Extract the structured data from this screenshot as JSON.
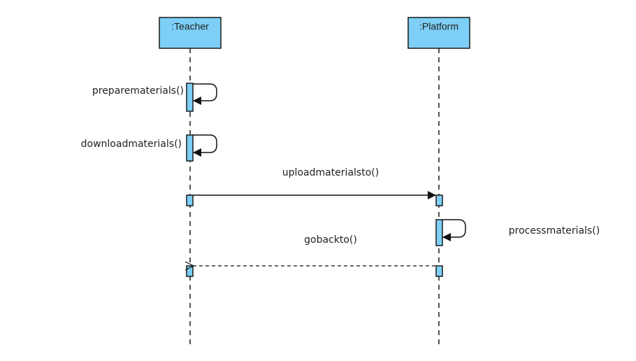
{
  "diagram": {
    "lifelines": [
      {
        "id": "teacher",
        "label": ":Teacher"
      },
      {
        "id": "platform",
        "label": ":Platform"
      }
    ],
    "messages": [
      {
        "label": "preparematerials()",
        "from": "teacher",
        "to": "teacher",
        "kind": "self-call"
      },
      {
        "label": "downloadmaterials()",
        "from": "teacher",
        "to": "teacher",
        "kind": "self-call"
      },
      {
        "label": "uploadmaterialsto()",
        "from": "teacher",
        "to": "platform",
        "kind": "sync-call"
      },
      {
        "label": "processmaterials()",
        "from": "platform",
        "to": "platform",
        "kind": "self-call"
      },
      {
        "label": "gobackto()",
        "from": "platform",
        "to": "teacher",
        "kind": "return"
      }
    ],
    "colors": {
      "box_fill": "#7dcff7",
      "line": "#1a1a1a",
      "text": "#222222"
    }
  }
}
